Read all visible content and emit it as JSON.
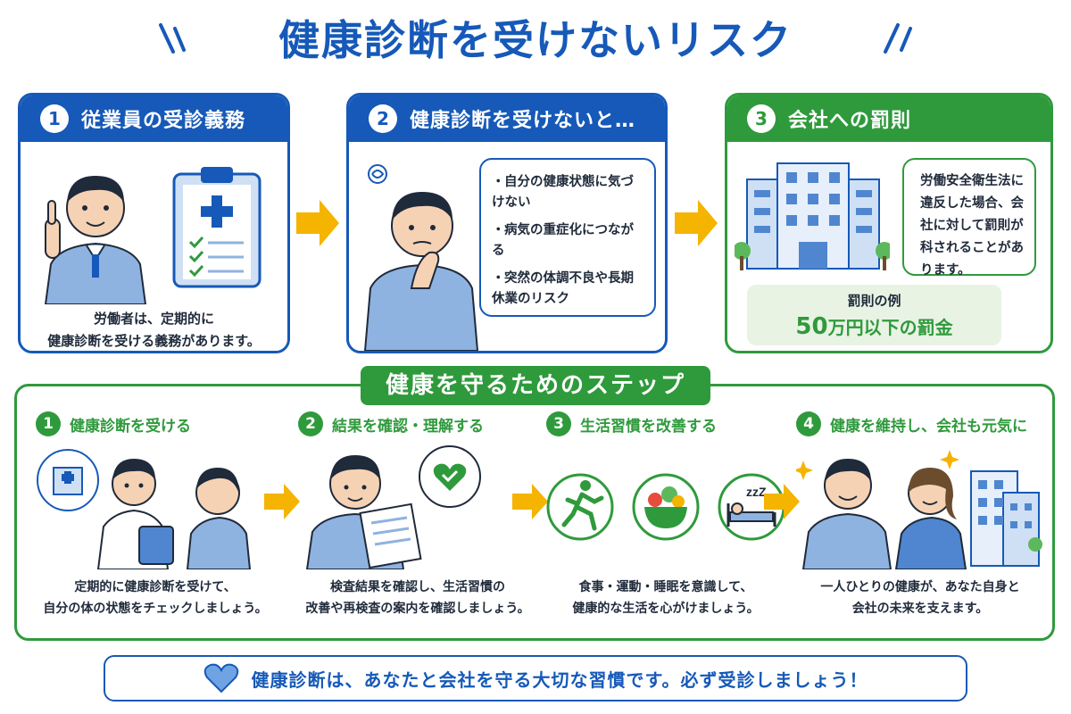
{
  "title": "健康診断を受けないリスク",
  "colors": {
    "blue": "#1659b8",
    "green": "#2f9a3c",
    "arrow": "#f4b400",
    "light_green": "#e8f3e4"
  },
  "cards": [
    {
      "num": "1",
      "title": "従業員の受診義務",
      "caption": [
        "労働者は、定期的に",
        "健康診断を受ける義務があります。"
      ],
      "icons": [
        "worker-pointing-icon",
        "clipboard-checklist-icon"
      ]
    },
    {
      "num": "2",
      "title": "健康診断を受けないと…",
      "bullets": [
        {
          "bullet": "・",
          "text": "自分の健康状態に気づけない"
        },
        {
          "bullet": "・",
          "text": "病気の重症化につながる"
        },
        {
          "bullet": "・",
          "text": "突然の体調不良や長期休業のリスク"
        }
      ],
      "icons": [
        "worried-worker-icon"
      ]
    },
    {
      "num": "3",
      "title": "会社への罰則",
      "text": "労働安全衛生法に違反した場合、会社に対して罰則が科されることがあります。",
      "fine_label": "罰則の例",
      "fine_amount_num": "50",
      "fine_amount_unit": "万円以下の罰金",
      "icons": [
        "office-building-icon"
      ]
    }
  ],
  "steps_title": "健康を守るためのステップ",
  "steps": [
    {
      "num": "1",
      "title": "健康診断を受ける",
      "caption": [
        "定期的に健康診断を受けて、",
        "自分の体の状態をチェックしましょう。"
      ],
      "icons": [
        "hospital-icon",
        "doctor-icon"
      ]
    },
    {
      "num": "2",
      "title": "結果を確認・理解する",
      "caption": [
        "検査結果を確認し、生活習慣の",
        "改善や再検査の案内を確認しましょう。"
      ],
      "icons": [
        "heart-check-icon",
        "reading-report-icon"
      ]
    },
    {
      "num": "3",
      "title": "生活習慣を改善する",
      "caption": [
        "食事・運動・睡眠を意識して、",
        "健康的な生活を心がけましょう。"
      ],
      "icons": [
        "running-icon",
        "salad-bowl-icon",
        "sleep-icon"
      ]
    },
    {
      "num": "4",
      "title": "健康を維持し、会社も元気に",
      "caption": [
        "一人ひとりの健康が、あなた自身と",
        "会社の未来を支えます。"
      ],
      "icons": [
        "happy-workers-icon",
        "building-icon"
      ]
    }
  ],
  "footer": {
    "text": "健康診断は、あなたと会社を守る大切な習慣です。必ず受診しましょう！",
    "icon": "heart-icon"
  }
}
